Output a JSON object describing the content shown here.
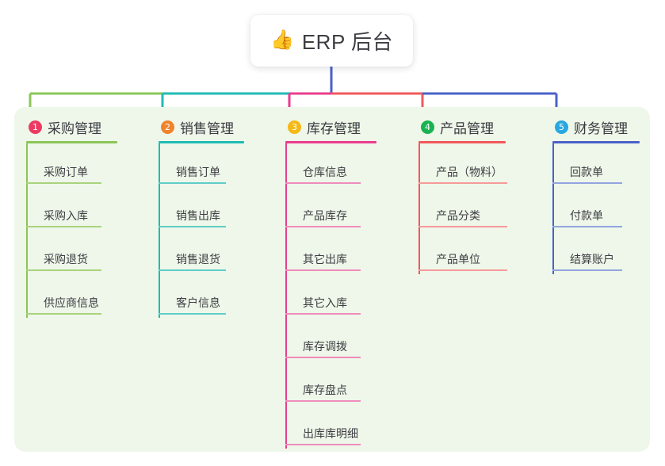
{
  "root": {
    "icon": "thumbs-up-icon",
    "icon_glyph": "👍",
    "title": "ERP 后台"
  },
  "panel": {
    "background_color": "#eef7e9"
  },
  "columns": [
    {
      "number": "1",
      "title": "采购管理",
      "badge_color": "#ec3b63",
      "line_color": "#8cc557",
      "underline_color": "#a8d37d",
      "connector_color": "#8cc557",
      "items": [
        {
          "label": "采购订单"
        },
        {
          "label": "采购入库"
        },
        {
          "label": "采购退货"
        },
        {
          "label": "供应商信息"
        }
      ]
    },
    {
      "number": "2",
      "title": "销售管理",
      "badge_color": "#f0832b",
      "line_color": "#1fbcb5",
      "underline_color": "#5fcdc8",
      "connector_color": "#1fbcb5",
      "items": [
        {
          "label": "销售订单"
        },
        {
          "label": "销售出库"
        },
        {
          "label": "销售退货"
        },
        {
          "label": "客户信息"
        }
      ]
    },
    {
      "number": "3",
      "title": "库存管理",
      "badge_color": "#f5b917",
      "line_color": "#ea3d8e",
      "underline_color": "#f08cbd",
      "connector_color": "#ea3d8e",
      "items": [
        {
          "label": "仓库信息"
        },
        {
          "label": "产品库存"
        },
        {
          "label": "其它出库"
        },
        {
          "label": "其它入库"
        },
        {
          "label": "库存调拨"
        },
        {
          "label": "库存盘点"
        },
        {
          "label": "出库库明细"
        }
      ]
    },
    {
      "number": "4",
      "title": "产品管理",
      "badge_color": "#19b352",
      "line_color": "#f2585b",
      "underline_color": "#f79a9b",
      "connector_color": "#f2585b",
      "items": [
        {
          "label": "产品（物料）"
        },
        {
          "label": "产品分类"
        },
        {
          "label": "产品单位"
        }
      ]
    },
    {
      "number": "5",
      "title": "财务管理",
      "badge_color": "#29a7e1",
      "line_color": "#4a62c8",
      "underline_color": "#93a4e0",
      "connector_color": "#4a62c8",
      "items": [
        {
          "label": "回款单"
        },
        {
          "label": "付款单"
        },
        {
          "label": "结算账户"
        }
      ]
    }
  ],
  "layout": {
    "column_x": [
      33,
      200,
      360,
      528,
      697
    ],
    "head_rule_width": [
      115,
      108,
      115,
      110,
      110
    ],
    "item_width": [
      95,
      85,
      95,
      112,
      88
    ],
    "root_stem_color": "#4a62c8"
  }
}
